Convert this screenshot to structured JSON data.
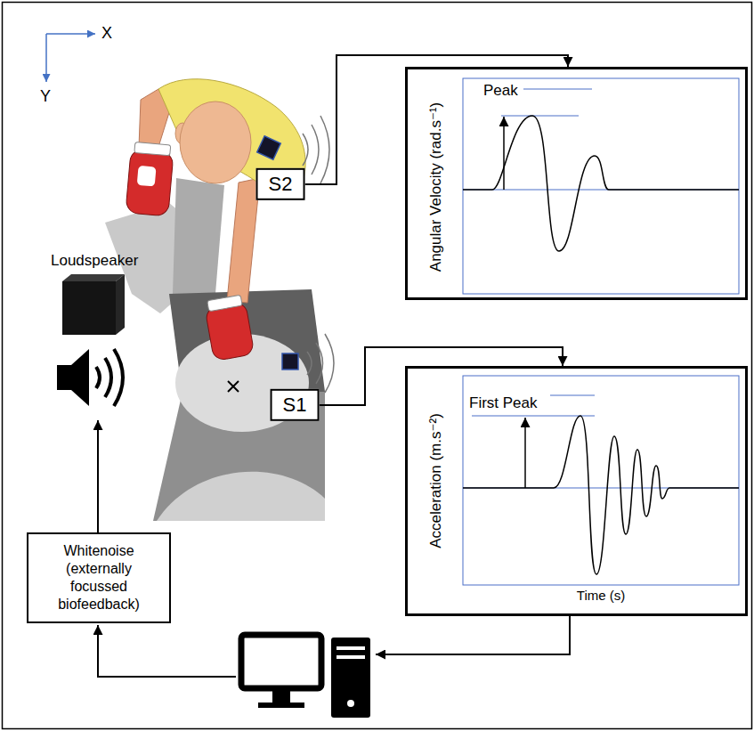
{
  "diagram": {
    "nodes": [
      {
        "text": [
          "S2"
        ]
      },
      {
        "text": [
          "Peak",
          "Angular Velocity (rad.s⁻¹)"
        ]
      },
      {
        "text": [
          "S1"
        ]
      },
      {
        "text": [
          "First Peak",
          "Acceleration (m.s⁻²)",
          "Time (s)"
        ]
      },
      {
        "text": [
          "Whitenoise (externally focussed biofeedback)"
        ]
      }
    ],
    "edges": [
      {
        "from": 0,
        "to": 1,
        "arrow": "to"
      },
      {
        "from": 2,
        "to": 3,
        "arrow": "to"
      }
    ],
    "labels": [
      "X",
      "Y",
      "Loudspeaker"
    ]
  }
}
